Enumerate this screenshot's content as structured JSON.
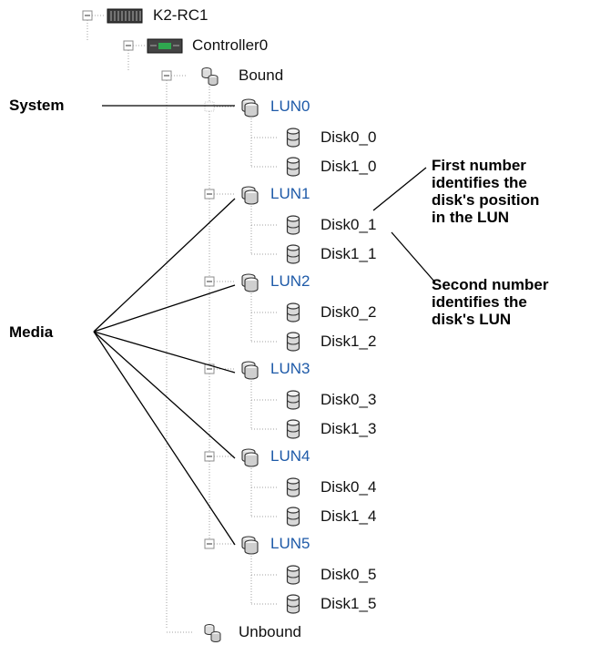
{
  "tree": {
    "root": {
      "label": "K2-RC1",
      "icon": "rack-unit-icon"
    },
    "controller": {
      "label": "Controller0",
      "icon": "controller-card-icon"
    },
    "bound": {
      "label": "Bound",
      "icon": "disk-group-icon"
    },
    "luns": [
      {
        "label": "LUN0",
        "disks": [
          "Disk0_0",
          "Disk1_0"
        ]
      },
      {
        "label": "LUN1",
        "disks": [
          "Disk0_1",
          "Disk1_1"
        ]
      },
      {
        "label": "LUN2",
        "disks": [
          "Disk0_2",
          "Disk1_2"
        ]
      },
      {
        "label": "LUN3",
        "disks": [
          "Disk0_3",
          "Disk1_3"
        ]
      },
      {
        "label": "LUN4",
        "disks": [
          "Disk0_4",
          "Disk1_4"
        ]
      },
      {
        "label": "LUN5",
        "disks": [
          "Disk0_5",
          "Disk1_5"
        ]
      }
    ],
    "unbound": {
      "label": "Unbound",
      "icon": "disk-group-icon"
    }
  },
  "callouts": {
    "system": "System",
    "media": "Media",
    "first_number": [
      "First number",
      "identifies the",
      "disk's position",
      "in the LUN"
    ],
    "second_number": [
      "Second number",
      "identifies the",
      "disk's LUN"
    ]
  },
  "colors": {
    "lun_label": "#1e5aa8",
    "tree_line": "#a0a0a0",
    "expander_box": "#8c8c8c",
    "rack_icon": "#3a3a3a",
    "controller_accent": "#2fa84f"
  }
}
